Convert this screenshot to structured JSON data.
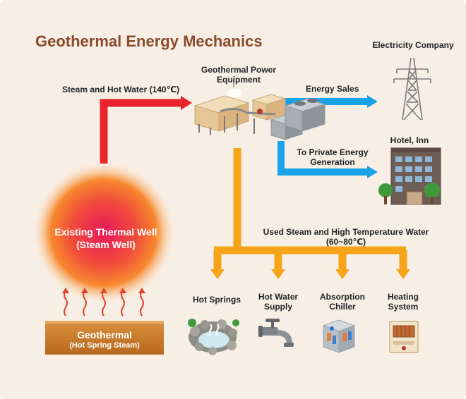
{
  "title": "Geothermal Energy Mechanics",
  "labels": {
    "steam_hot_water": "Steam and Hot Water (140℃)",
    "power_equipment_line1": "Geothermal Power",
    "power_equipment_line2": "Equipment",
    "energy_sales": "Energy Sales",
    "electricity_company": "Electricity Company",
    "private_gen_line1": "To Private Energy",
    "private_gen_line2": "Generation",
    "hotel_inn": "Hotel, Inn",
    "used_steam_line1": "Used Steam and High Temperature Water",
    "used_steam_line2": "(60~80℃)",
    "well_line1": "Existing Thermal Well",
    "well_line2": "(Steam Well)",
    "geothermal_main": "Geothermal",
    "geothermal_sub": "(Hot Spring Steam)"
  },
  "uses": [
    {
      "line1": "Hot Springs",
      "line2": "",
      "icon": "hot-spring-icon"
    },
    {
      "line1": "Hot Water",
      "line2": "Supply",
      "icon": "faucet-icon"
    },
    {
      "line1": "Absorption",
      "line2": "Chiller",
      "icon": "chiller-icon"
    },
    {
      "line1": "Heating",
      "line2": "System",
      "icon": "heater-icon"
    }
  ],
  "colors": {
    "title": "#8b4a2b",
    "red_arrow": "#e8232b",
    "blue_arrow": "#1aa3e8",
    "orange_arrow": "#f6a418",
    "ground": "#c77a2a"
  }
}
